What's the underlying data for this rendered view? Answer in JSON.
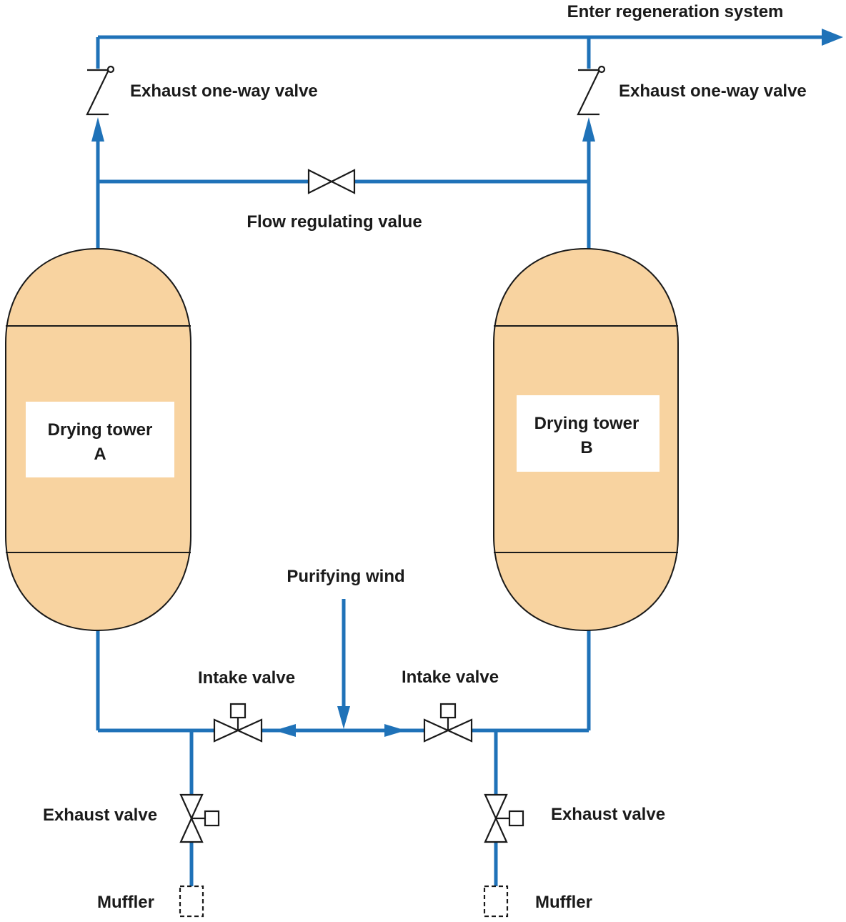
{
  "labels": {
    "enter_regeneration": "Enter regeneration system",
    "exhaust_oneway_left": "Exhaust one-way valve",
    "exhaust_oneway_right": "Exhaust one-way valve",
    "flow_regulating": "Flow regulating value",
    "tower_a_line1": "Drying tower",
    "tower_a_line2": "A",
    "tower_b_line1": "Drying tower",
    "tower_b_line2": "B",
    "purifying_wind": "Purifying wind",
    "intake_left": "Intake valve",
    "intake_right": "Intake valve",
    "exhaust_left": "Exhaust valve",
    "exhaust_right": "Exhaust valve",
    "muffler_left": "Muffler",
    "muffler_right": "Muffler"
  },
  "colors": {
    "pipe": "#1f72b8",
    "tower_fill": "#f8d3a0",
    "outline": "#1a1a1a",
    "label_box": "#ffffff"
  }
}
